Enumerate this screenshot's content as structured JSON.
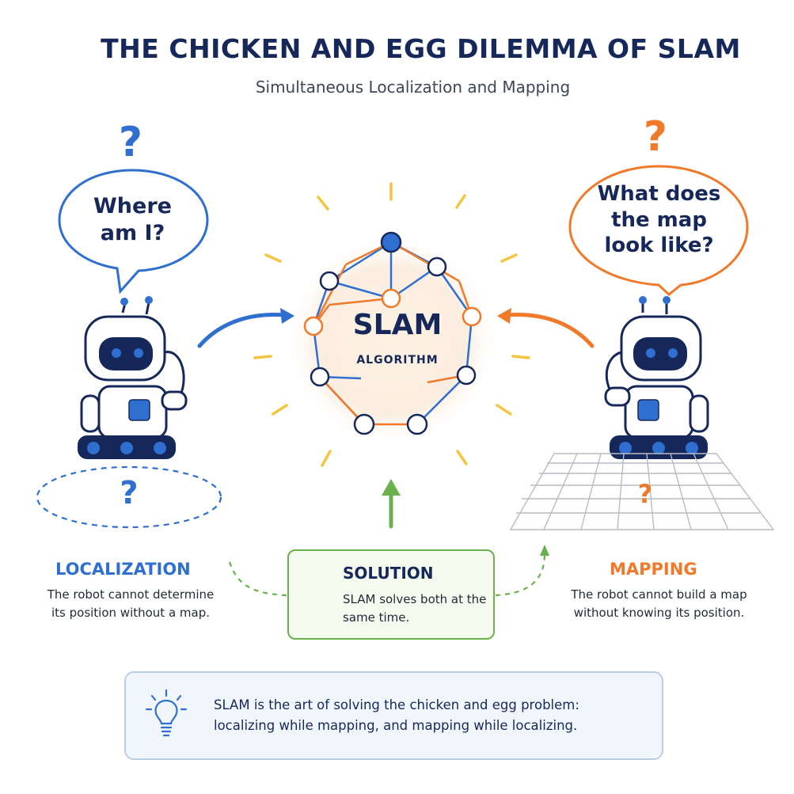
{
  "header": {
    "title": "THE CHICKEN AND EGG DILEMMA OF SLAM",
    "subtitle": "Simultaneous Localization and Mapping"
  },
  "left_robot": {
    "question_mark": "?",
    "bubble_line1": "Where",
    "bubble_line2": "am I?",
    "ground_question_mark": "?"
  },
  "right_robot": {
    "question_mark": "?",
    "bubble_line1": "What does",
    "bubble_line2": "the map",
    "bubble_line3": "look like?",
    "grid_question_mark": "?"
  },
  "center": {
    "title": "SLAM",
    "subtitle": "ALGORITHM"
  },
  "localization": {
    "title": "LOCALIZATION",
    "desc_line1": "The robot cannot determine",
    "desc_line2": "its position without a map."
  },
  "mapping": {
    "title": "MAPPING",
    "desc_line1": "The robot cannot build a map",
    "desc_line2": "without knowing its position."
  },
  "solution": {
    "title": "SOLUTION",
    "desc_line1": "SLAM solves both at the",
    "desc_line2": "same time."
  },
  "note": {
    "line1": "SLAM is the art of solving the chicken and egg problem:",
    "line2": "localizing while mapping, and mapping while localizing."
  },
  "colors": {
    "navy": "#16285a",
    "blue": "#2f6fd0",
    "orange": "#f07a2a",
    "green": "#6ab04c",
    "sunray": "#f5c542"
  }
}
